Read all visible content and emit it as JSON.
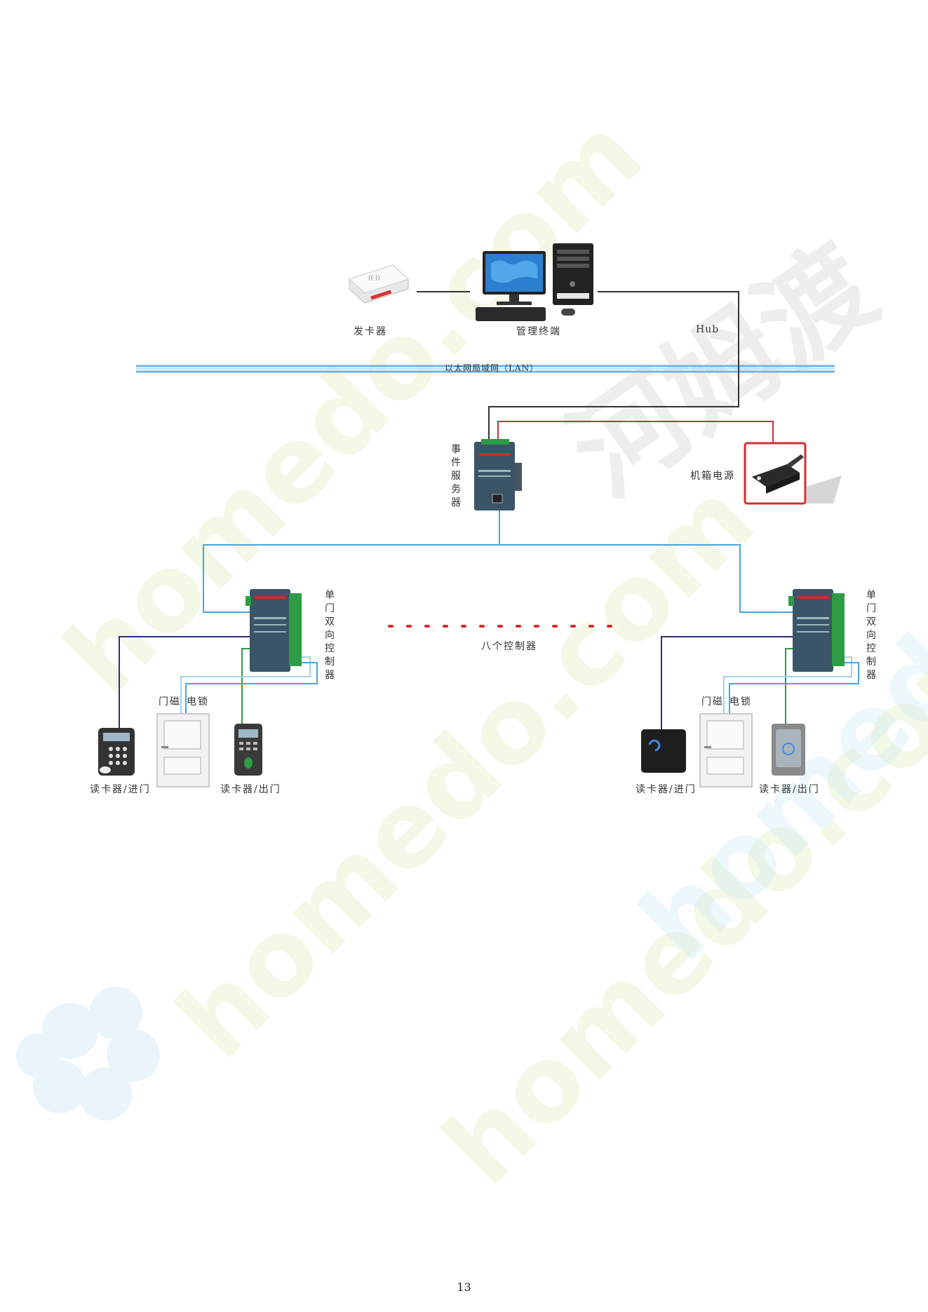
{
  "labels": {
    "card_issuer": "发卡器",
    "mgmt_terminal": "管理终端",
    "hub": "Hub",
    "lan": "以太网局域网（LAN）",
    "event_server": "事件服务器",
    "cabinet_power": "机箱电源",
    "controller": "单门双向控制器",
    "eight_controllers": "八个控制器",
    "door_contact_left": "门磁",
    "lock_left": "电锁",
    "door_contact_right": "门磁",
    "lock_right": "电锁",
    "reader_in_left": "读卡器/进门",
    "reader_out_left": "读卡器/出门",
    "reader_in_right": "读卡器/进门",
    "reader_out_right": "读卡器/出门"
  },
  "page_number": "13",
  "watermark": {
    "brand": "homedo.com",
    "cn": "河姆渡"
  },
  "colors": {
    "lan": "#6fb4e6",
    "signal": "#4aa4d8",
    "black_wire": "#333333",
    "red_wire": "#d32f2f",
    "navy_wire": "#2d2f7a",
    "green_wire": "#2e9b45",
    "dots": "#d8292b"
  }
}
